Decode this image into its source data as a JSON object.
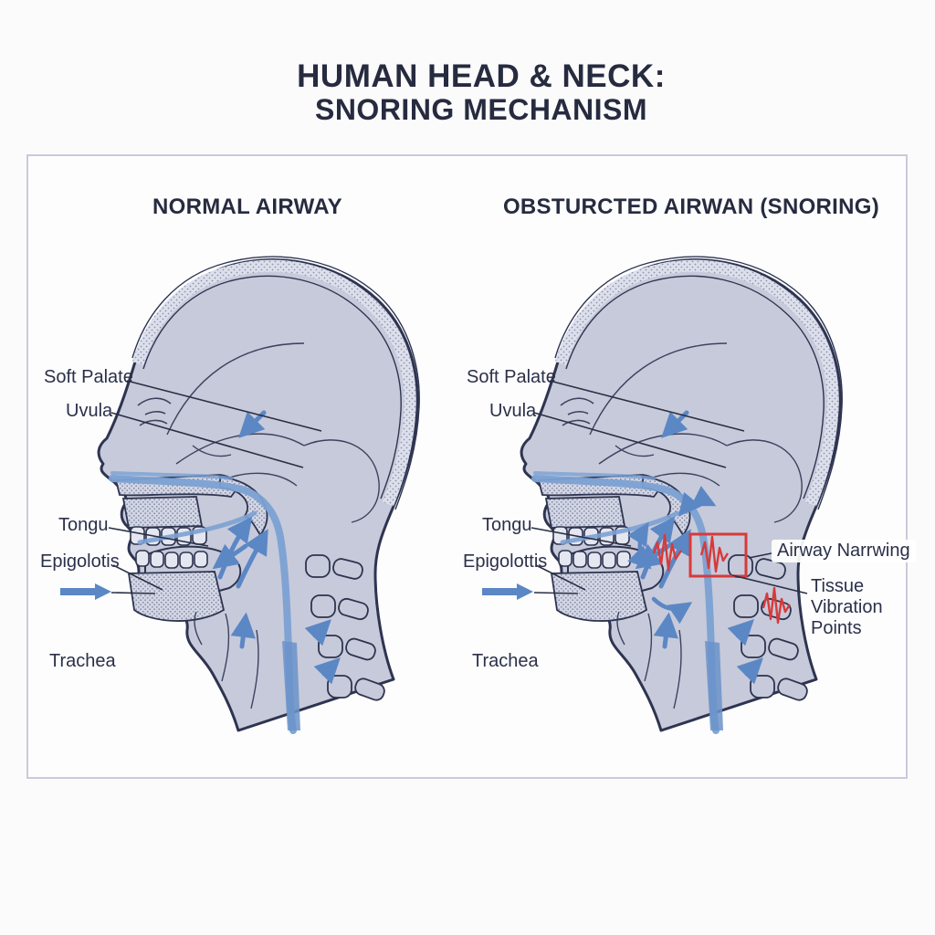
{
  "title": {
    "line1": "HUMAN HEAD & NECK:",
    "line2": "SNORING MECHANISM"
  },
  "panels": {
    "normal": {
      "heading": "NORMAL AIRWAY",
      "labels": {
        "soft_palate": "Soft Palate",
        "uvula": "Uvula",
        "tongue": "Tongu",
        "epiglottis": "Epigolotis",
        "trachea": "Trachea"
      }
    },
    "obstructed": {
      "heading": "OBSTURCTED AIRWAN (SNORING)",
      "labels": {
        "soft_palate": "Soft Palate",
        "uvula": "Uvula",
        "tongue": "Tongu",
        "epiglottis": "Epigolottis",
        "trachea": "Trachea",
        "airway_narrowing": "Airway Narrwing",
        "tissue_vibration": "Tissue Vibration Points"
      }
    }
  },
  "icons": {
    "airflow_arrow": "airflow-arrow-icon",
    "vibration_wave": "vibration-wave-icon"
  },
  "colors": {
    "ink": "#2b3049",
    "outline": "#2e3450",
    "head_fill": "#c7cada",
    "bone_stipple": "#d7dae8",
    "airflow_blue": "#5b87c5",
    "airway_stream": "#7ba1d3",
    "alert_red": "#d63b3b",
    "frame_border": "#c9cbdb",
    "background": "#fbfbfc"
  }
}
